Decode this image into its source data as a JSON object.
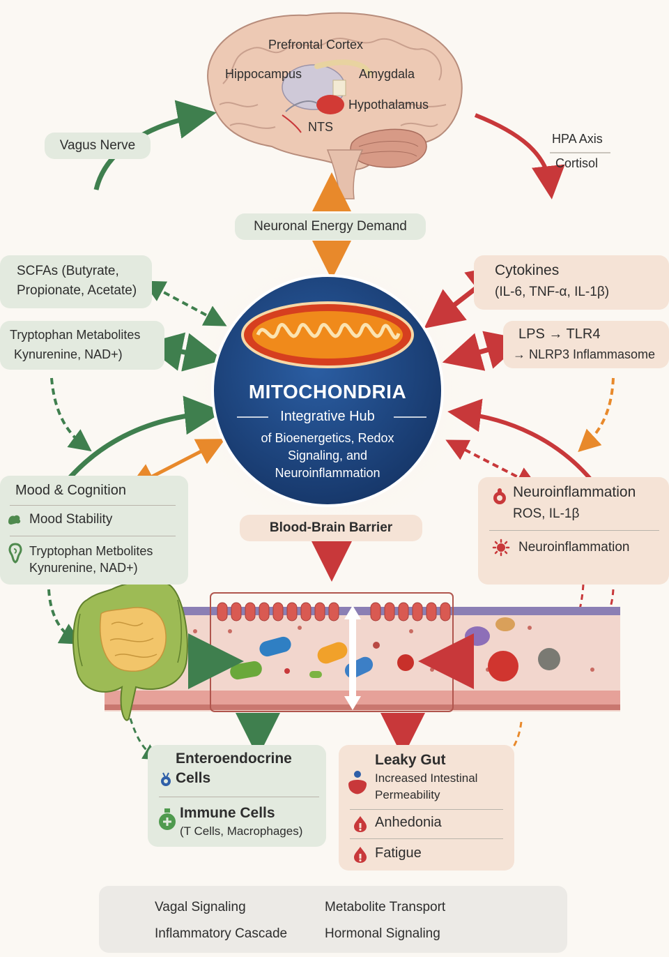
{
  "brain": {
    "prefrontal": "Prefrontal Cortex",
    "hippocampus": "Hippocampus",
    "amygdala": "Amygdala",
    "hypothalamus": "Hypothalamus",
    "nts": "NTS"
  },
  "top": {
    "vagus_nerve": "Vagus Nerve",
    "hpa_axis": "HPA Axis",
    "cortisol": "Cortisol",
    "neuronal_energy": "Neuronal Energy Demand"
  },
  "hub": {
    "title": "MITOCHONDRIA",
    "subtitle": "Integrative Hub",
    "line1": "of Bioenergetics, Redox",
    "line2": "Signaling, and",
    "line3": "Neuroinflammation"
  },
  "left": {
    "scfa_line1": "SCFAs (Butyrate,",
    "scfa_line2": "Propionate, Acetate)",
    "trp_line1": "Tryptophan Metabolites",
    "trp_line2": "Kynurenine, NAD+)",
    "mood_title": "Mood & Cognition",
    "mood_stability": "Mood Stability",
    "trp2_line1": "Tryptophan Metbolites",
    "trp2_line2": "Kynurenine, NAD+)"
  },
  "right": {
    "cyto_line1": "Cytokines",
    "cyto_line2": "(IL-6, TNF-α, IL-1β)",
    "lps_line1": "LPS → TLR4",
    "lps_line2": "→ NLRP3 Inflammasome",
    "neuro_title": "Neuroinflammation",
    "neuro_sub": "ROS, IL-1β",
    "neuro_item": "Neuroinflammation"
  },
  "middle": {
    "bbb": "Blood-Brain Barrier"
  },
  "bottom_left": {
    "entero_line1": "Enteroendocrine",
    "entero_line2": "Cells",
    "immune_title": "Immune Cells",
    "immune_sub": "(T Cells, Macrophages)"
  },
  "bottom_right": {
    "leaky_title": "Leaky Gut",
    "leaky_line1": "Increased Intestinal",
    "leaky_line2": "Permeability",
    "anhedonia": "Anhedonia",
    "fatigue": "Fatigue"
  },
  "legend": {
    "vagal": "Vagal Signaling",
    "metabolite": "Metabolite Transport",
    "inflammatory": "Inflammatory Cascade",
    "hormonal": "Hormonal Signaling"
  },
  "colors": {
    "green": "#3f7f4e",
    "orange": "#e8892b",
    "red": "#c8383a",
    "hub_blue": "#1f4a86"
  }
}
